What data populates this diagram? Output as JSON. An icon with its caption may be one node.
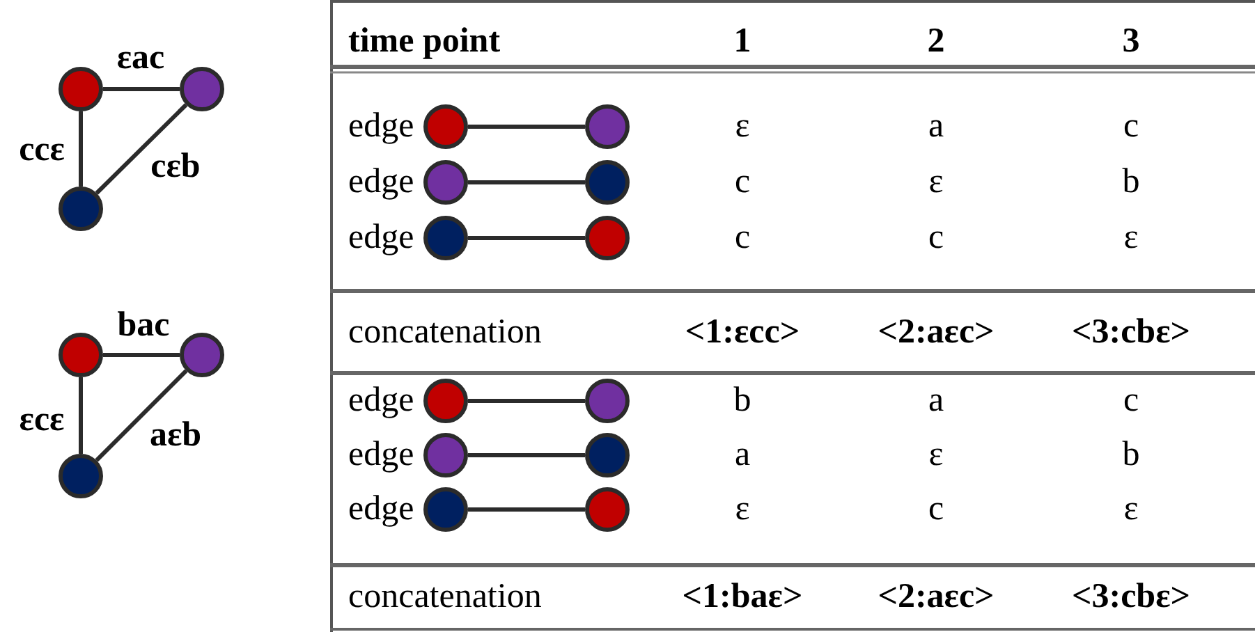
{
  "diagram": {
    "nodes": [
      {
        "text": [],
        "shape": "circle"
      },
      {
        "text": [],
        "shape": "circle"
      },
      {
        "text": [],
        "shape": "circle"
      },
      {
        "text": [],
        "shape": "circle"
      },
      {
        "text": [],
        "shape": "circle"
      },
      {
        "text": [],
        "shape": "circle"
      },
      {
        "text": [],
        "shape": "circle"
      },
      {
        "text": [],
        "shape": "circle"
      },
      {
        "text": [],
        "shape": "circle"
      },
      {
        "text": [],
        "shape": "circle"
      },
      {
        "text": [],
        "shape": "circle"
      },
      {
        "text": [],
        "shape": "circle"
      },
      {
        "text": [],
        "shape": "circle"
      },
      {
        "text": [],
        "shape": "circle"
      },
      {
        "text": [],
        "shape": "circle"
      },
      {
        "text": [],
        "shape": "circle"
      },
      {
        "text": [],
        "shape": "circle"
      },
      {
        "text": [],
        "shape": "circle"
      }
    ],
    "edges": [
      {
        "from": 0,
        "to": 1,
        "arrow": "none",
        "label": "εac"
      },
      {
        "from": 0,
        "to": 2,
        "arrow": "none",
        "label": "ccε"
      },
      {
        "from": 1,
        "to": 2,
        "arrow": "none",
        "label": "cεb"
      },
      {
        "from": 3,
        "to": 4,
        "arrow": "none",
        "label": "bac"
      },
      {
        "from": 3,
        "to": 5,
        "arrow": "none",
        "label": "εcε"
      },
      {
        "from": 4,
        "to": 5,
        "arrow": "none",
        "label": "aεb"
      },
      {
        "from": 6,
        "to": 7,
        "arrow": "none"
      },
      {
        "from": 8,
        "to": 9,
        "arrow": "none"
      },
      {
        "from": 10,
        "to": 11,
        "arrow": "none"
      },
      {
        "from": 12,
        "to": 13,
        "arrow": "none"
      },
      {
        "from": 14,
        "to": 15,
        "arrow": "none"
      },
      {
        "from": 16,
        "to": 17,
        "arrow": "none"
      }
    ],
    "labels": [
      "time point",
      "1",
      "2",
      "3",
      "edge",
      "ε",
      "a",
      "c",
      "edge",
      "c",
      "ε",
      "b",
      "edge",
      "c",
      "c",
      "ε",
      "concatenation",
      "<1:εcc>",
      "<2:aεc>",
      "<3:cbε>",
      "edge",
      "b",
      "a",
      "c",
      "edge",
      "a",
      "ε",
      "b",
      "edge",
      "ε",
      "c",
      "ε",
      "concatenation",
      "<1:baε>",
      "<2:aεc>",
      "<3:cbε>"
    ]
  }
}
